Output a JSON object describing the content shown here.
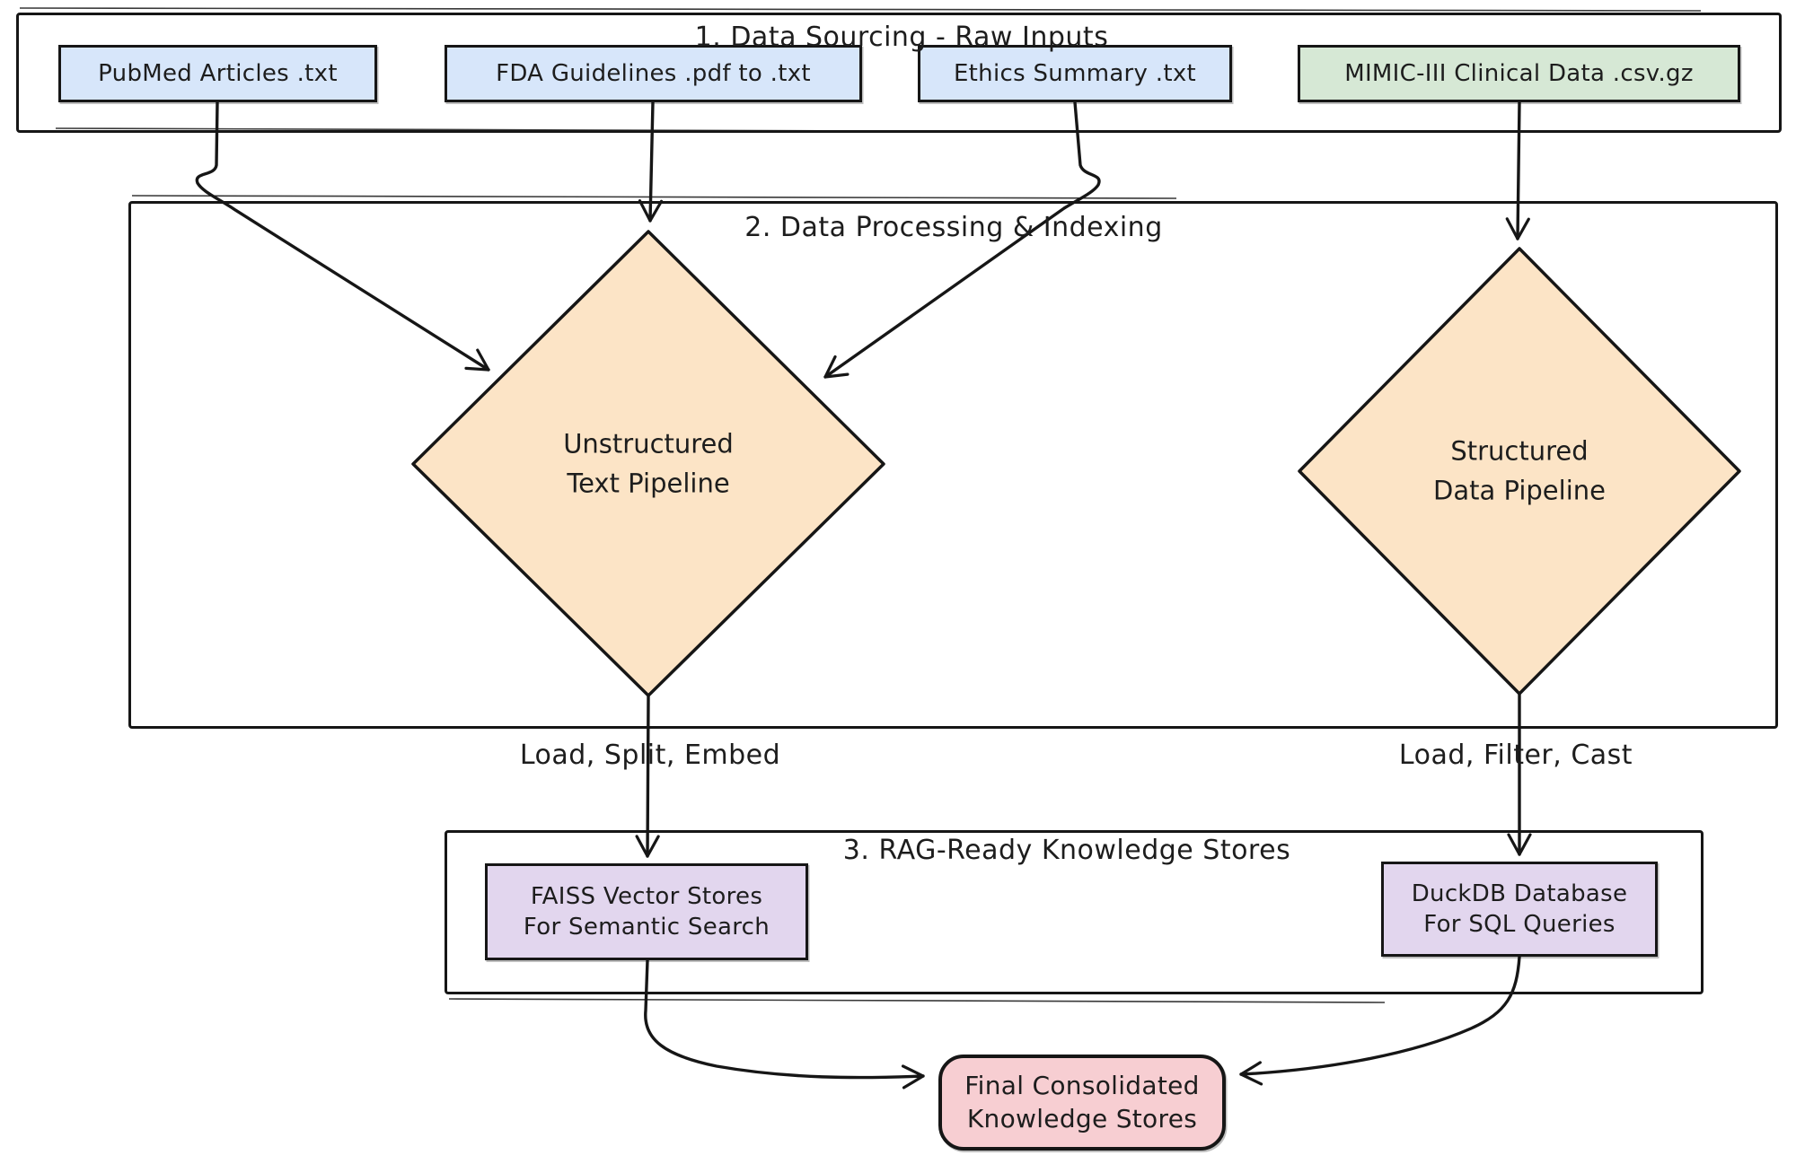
{
  "sections": {
    "sourcing": {
      "title": "1. Data Sourcing - Raw Inputs"
    },
    "processing": {
      "title": "2. Data Processing & Indexing"
    },
    "stores": {
      "title": "3. RAG-Ready Knowledge Stores"
    }
  },
  "nodes": {
    "pubmed": {
      "label": "PubMed Articles .txt"
    },
    "fda": {
      "label": "FDA Guidelines .pdf to .txt"
    },
    "ethics": {
      "label": "Ethics Summary .txt"
    },
    "mimic": {
      "label": "MIMIC-III Clinical Data .csv.gz"
    },
    "unstructured_pipeline": {
      "lines": [
        "Unstructured",
        "Text Pipeline"
      ]
    },
    "structured_pipeline": {
      "lines": [
        "Structured",
        "Data Pipeline"
      ]
    },
    "faiss": {
      "lines": [
        "FAISS Vector Stores",
        "For Semantic Search"
      ]
    },
    "duckdb": {
      "lines": [
        "DuckDB Database",
        "For SQL Queries"
      ]
    },
    "final": {
      "lines": [
        "Final Consolidated",
        "Knowledge Stores"
      ]
    }
  },
  "edge_labels": {
    "unstructured": "Load, Split, Embed",
    "structured": "Load, Filter, Cast"
  },
  "colors": {
    "source_text_fill": "#d7e6fa",
    "source_data_fill": "#d6e8d5",
    "pipeline_fill": "#fce4c6",
    "store_fill": "#e2d6ee",
    "final_fill": "#f7ced2",
    "stroke": "#161616",
    "text": "#1d1d1d"
  }
}
